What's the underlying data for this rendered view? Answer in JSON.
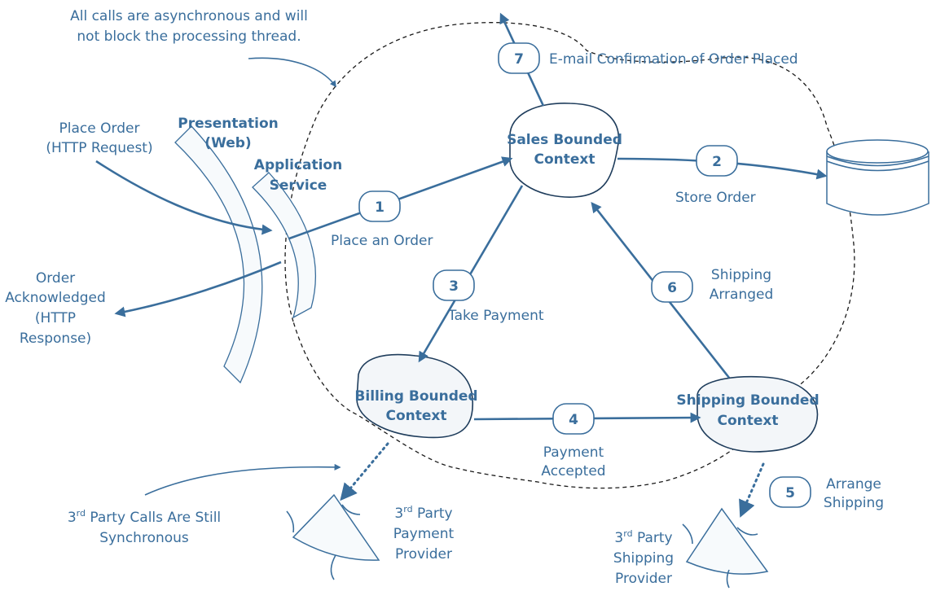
{
  "notes": {
    "async_line1": "All calls are asynchronous and will",
    "async_line2": "not block the processing thread.",
    "sync_line1": "Party Calls Are Still",
    "sync_line2": "Synchronous",
    "sync_prefix": "3",
    "sync_sup": "rd"
  },
  "layers": {
    "presentation_line1": "Presentation",
    "presentation_line2": "(Web)",
    "application_line1": "Application",
    "application_line2": "Service"
  },
  "http": {
    "request_line1": "Place Order",
    "request_line2": "(HTTP Request)",
    "response_line1": "Order",
    "response_line2": "Acknowledged",
    "response_line3": "(HTTP",
    "response_line4": "Response)"
  },
  "contexts": {
    "sales_line1": "Sales Bounded",
    "sales_line2": "Context",
    "billing_line1": "Billing Bounded",
    "billing_line2": "Context",
    "shipping_line1": "Shipping Bounded",
    "shipping_line2": "Context"
  },
  "steps": [
    {
      "number": "1",
      "label_line1": "Place an Order",
      "label_line2": ""
    },
    {
      "number": "2",
      "label_line1": "Store Order",
      "label_line2": ""
    },
    {
      "number": "3",
      "label_line1": "Take Payment",
      "label_line2": ""
    },
    {
      "number": "4",
      "label_line1": "Payment",
      "label_line2": "Accepted"
    },
    {
      "number": "5",
      "label_line1": "Arrange",
      "label_line2": "Shipping"
    },
    {
      "number": "6",
      "label_line1": "Shipping",
      "label_line2": "Arranged"
    },
    {
      "number": "7",
      "label_line1": "E-mail Confirmation of Order Placed",
      "label_line2": ""
    }
  ],
  "providers": {
    "payment_prefix": "3",
    "payment_sup": "rd",
    "payment_line1": " Party",
    "payment_line2": "Payment",
    "payment_line3": "Provider",
    "shipping_prefix": "3",
    "shipping_sup": "rd",
    "shipping_line1": " Party",
    "shipping_line2": "Shipping",
    "shipping_line3": "Provider"
  },
  "colors": {
    "accent": "#3a6e9c",
    "outline": "#1f3d5c",
    "boundary": "#1a1a1a"
  }
}
